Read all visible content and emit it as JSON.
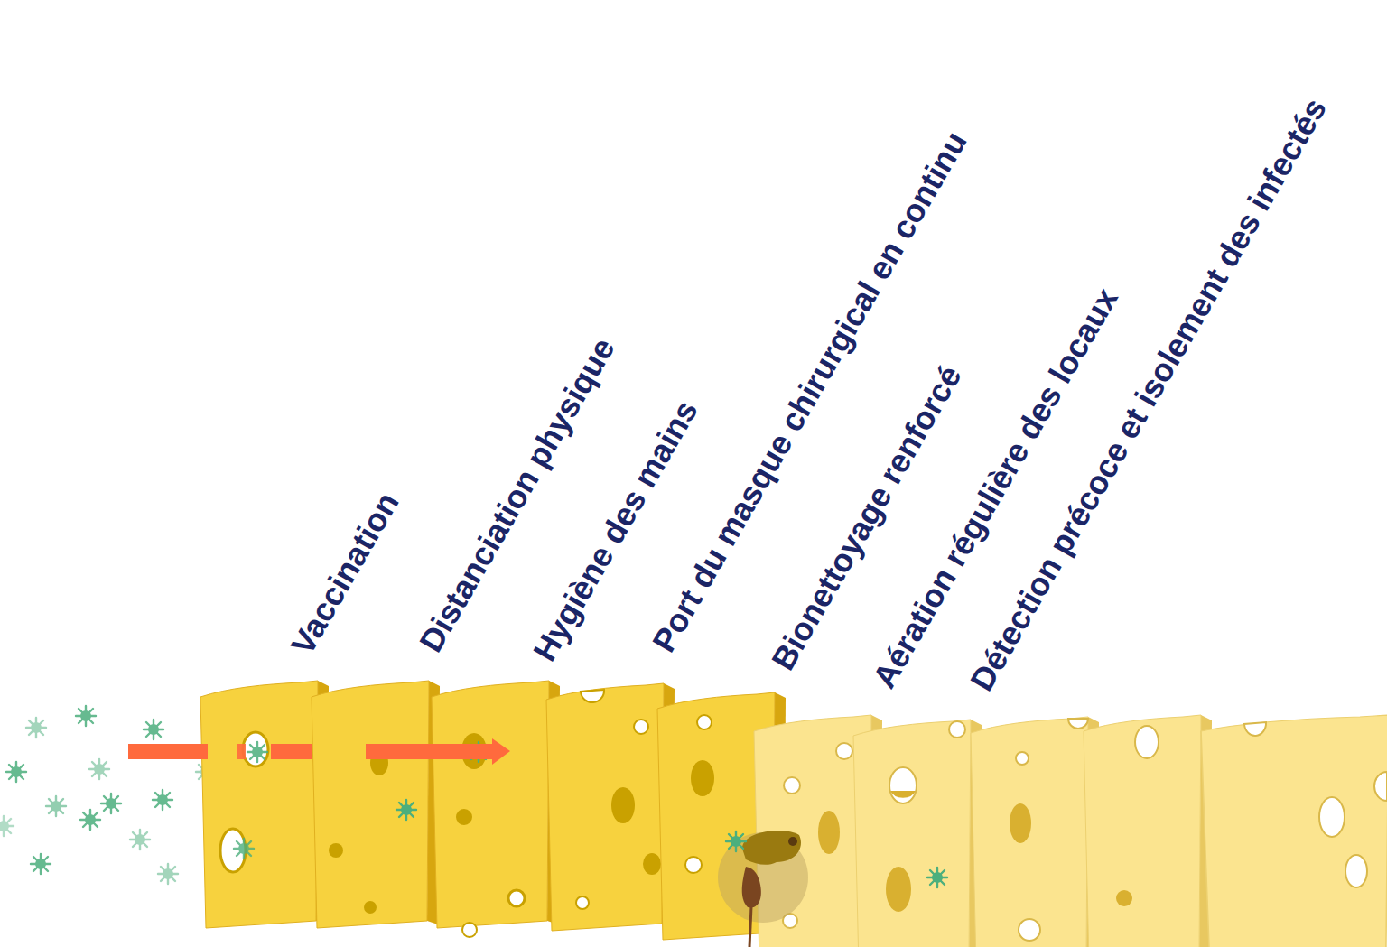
{
  "diagram": {
    "labels": [
      "Vaccination",
      "Distanciation physique",
      "Hygiène des mains",
      "Port du masque chirurgical  en continu",
      "Bionettoyage renforcé",
      "Aération régulière des locaux",
      "Détection précoce et isolement des infectés"
    ]
  }
}
